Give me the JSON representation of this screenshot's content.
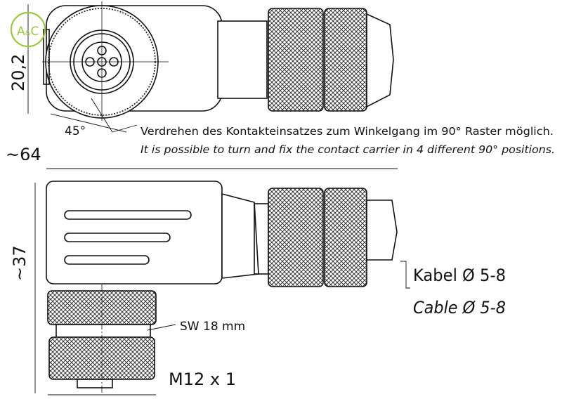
{
  "logo": {
    "text": "A&C",
    "color": "#9bc83c"
  },
  "dimensions": {
    "height_front": "20,2",
    "angle": "45°",
    "length": "~64",
    "height_side": "~37",
    "wrench": "SW 18 mm",
    "thread": "M12 x 1"
  },
  "notes": {
    "german": "Verdrehen des Kontakteinsatzes zum Winkelgang im 90° Raster möglich.",
    "english": "It is possible to turn and fix the contact carrier in 4 different 90° positions."
  },
  "cable": {
    "german": "Kabel Ø 5-8",
    "english": "Cable Ø 5-8"
  }
}
